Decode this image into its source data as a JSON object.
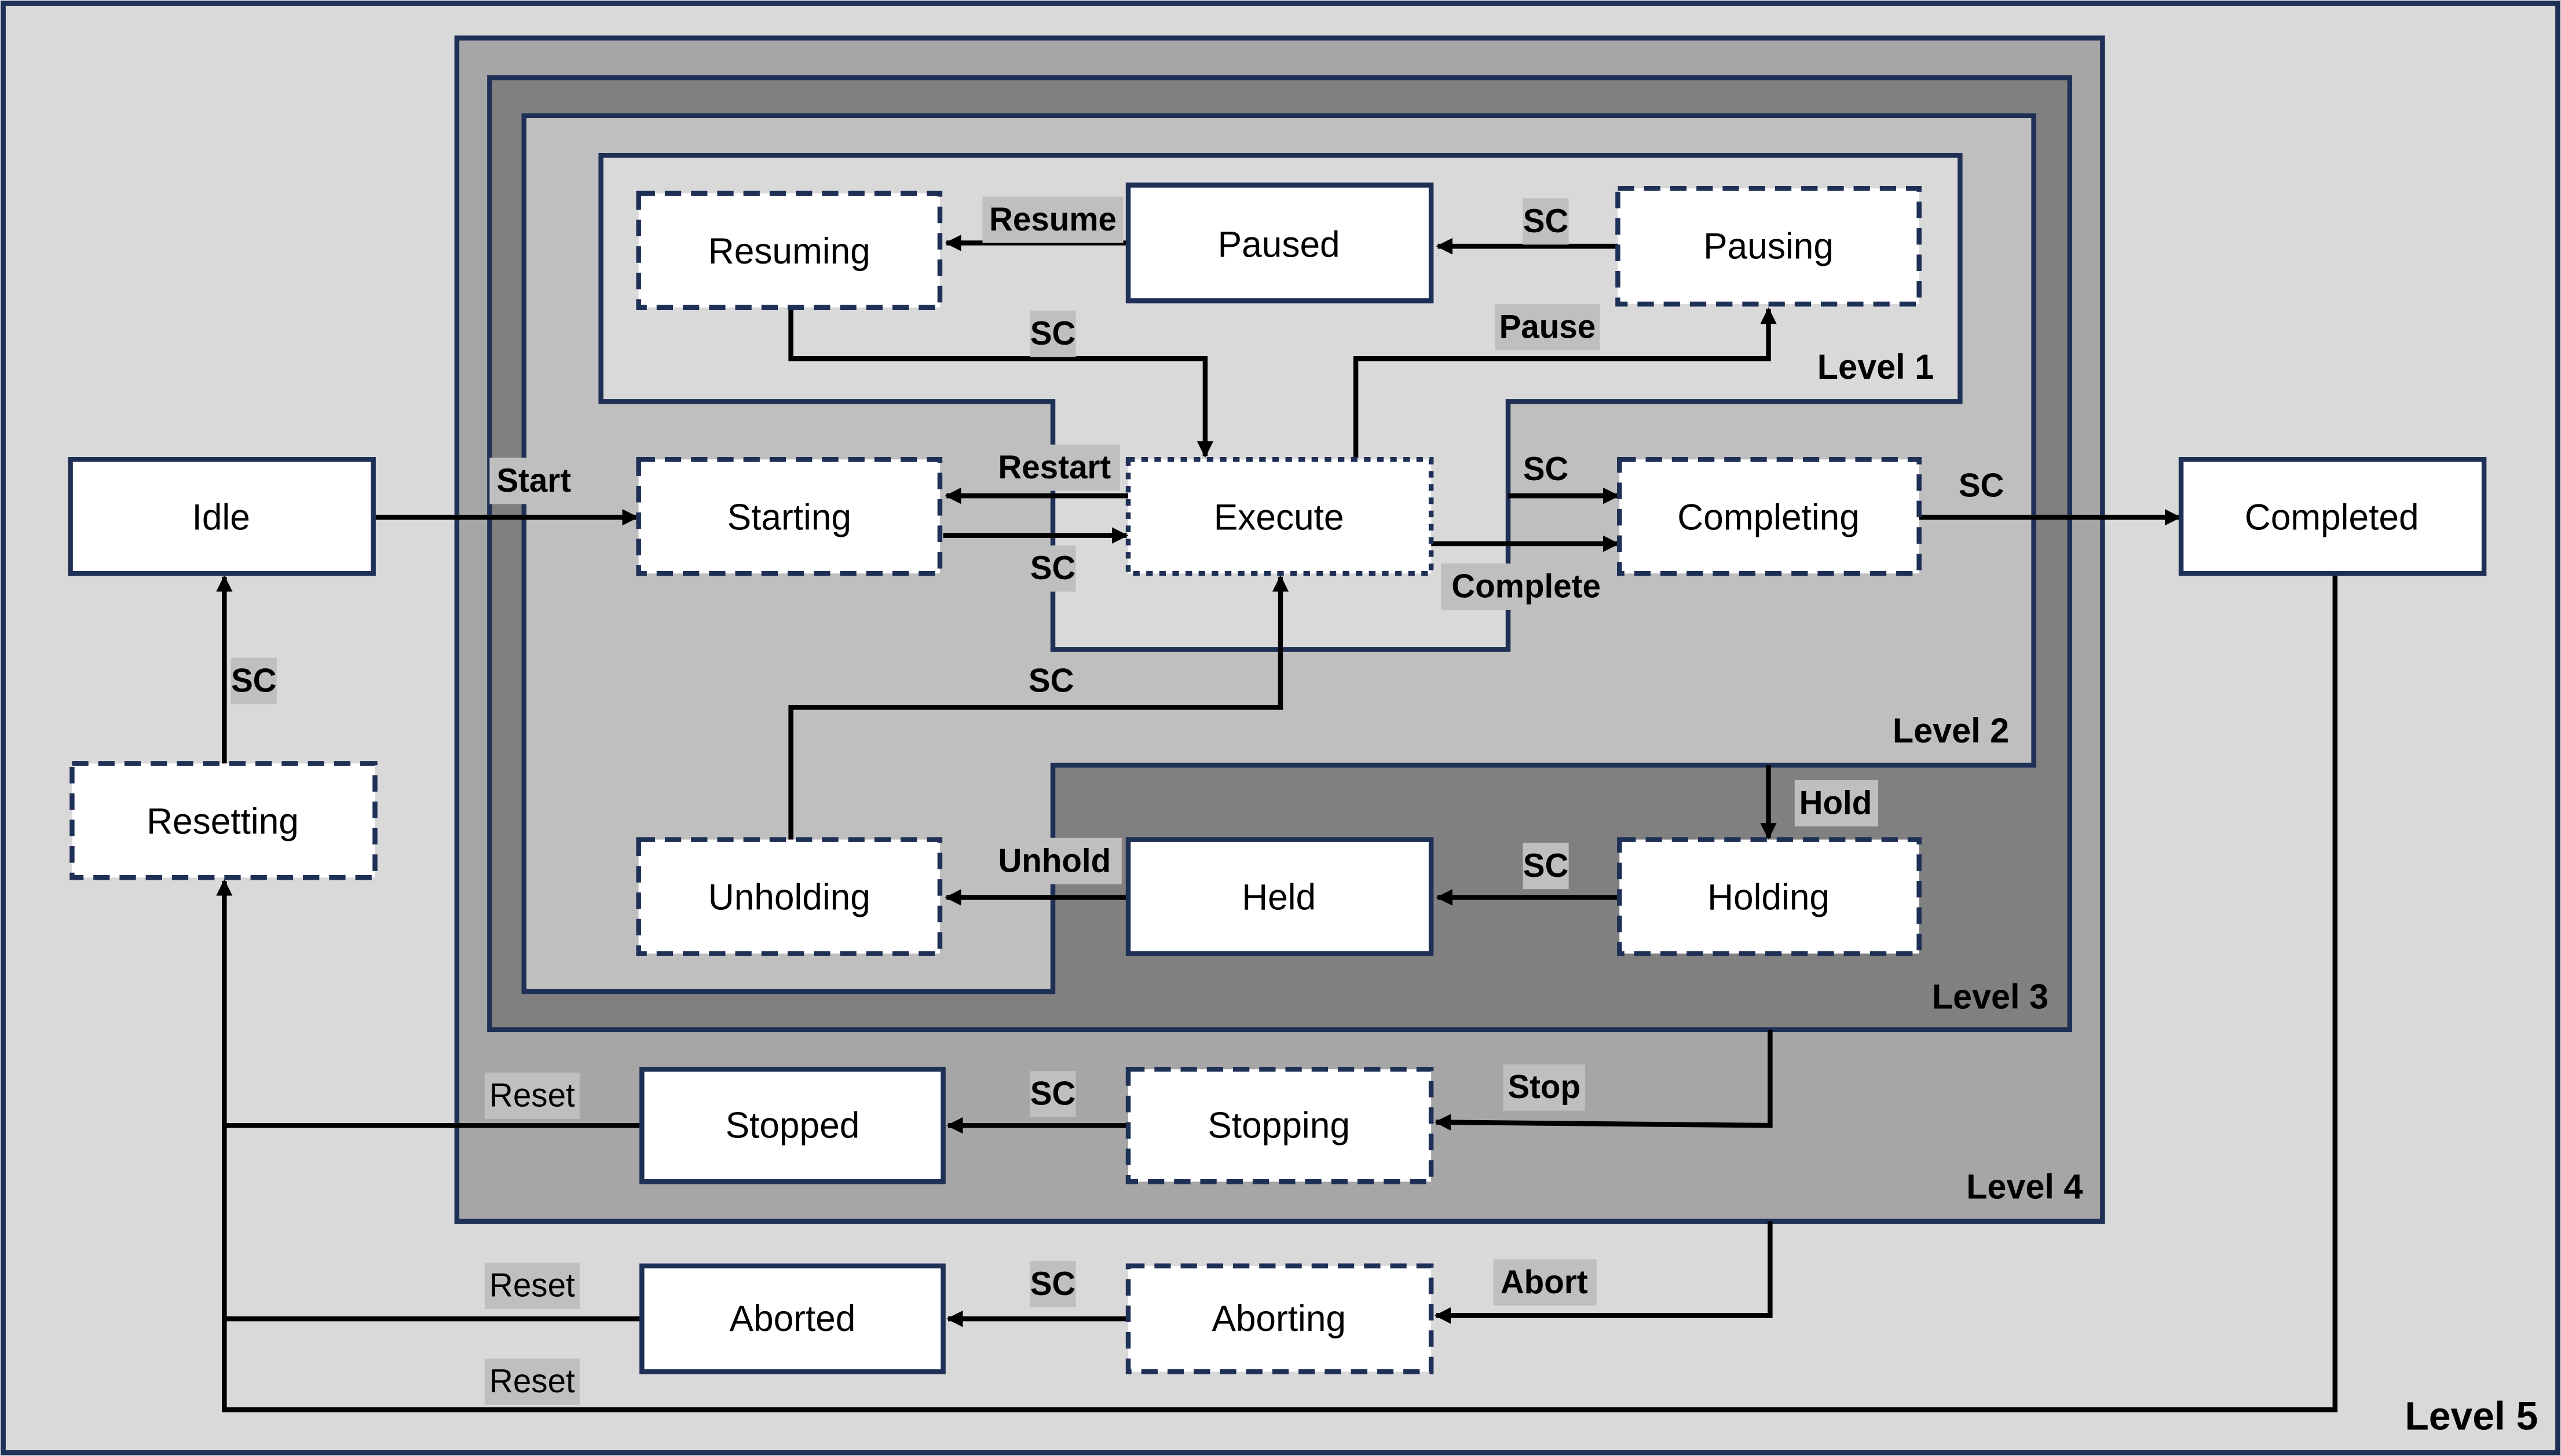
{
  "colors": {
    "level5": "#d9d9d9",
    "level4": "#a6a6a6",
    "level3": "#808080",
    "level2": "#bfbfbf",
    "level1": "#d9d9d9",
    "border": "#1f3057",
    "label_bg": "#bfbfbf"
  },
  "levels": [
    "Level 1",
    "Level 2",
    "Level 3",
    "Level 4",
    "Level 5"
  ],
  "states": {
    "resuming": "Resuming",
    "paused": "Paused",
    "pausing": "Pausing",
    "idle": "Idle",
    "starting": "Starting",
    "execute": "Execute",
    "completing": "Completing",
    "completed": "Completed",
    "resetting": "Resetting",
    "unholding": "Unholding",
    "held": "Held",
    "holding": "Holding",
    "stopped": "Stopped",
    "stopping": "Stopping",
    "aborted": "Aborted",
    "aborting": "Aborting"
  },
  "transitions": {
    "resume": "Resume",
    "sc_pausing_paused": "SC",
    "sc_resuming_execute": "SC",
    "pause": "Pause",
    "start": "Start",
    "restart": "Restart",
    "sc_starting_execute": "SC",
    "sc_execute_completing": "SC",
    "complete": "Complete",
    "sc_completing_completed": "SC",
    "sc_unholding_execute": "SC",
    "unhold": "Unhold",
    "sc_holding_held": "SC",
    "hold": "Hold",
    "stop": "Stop",
    "sc_stopping_stopped": "SC",
    "reset_stopped": "Reset",
    "abort": "Abort",
    "sc_aborting_aborted": "SC",
    "reset_aborted": "Reset",
    "reset_completed": "Reset",
    "sc_resetting_idle": "SC"
  }
}
